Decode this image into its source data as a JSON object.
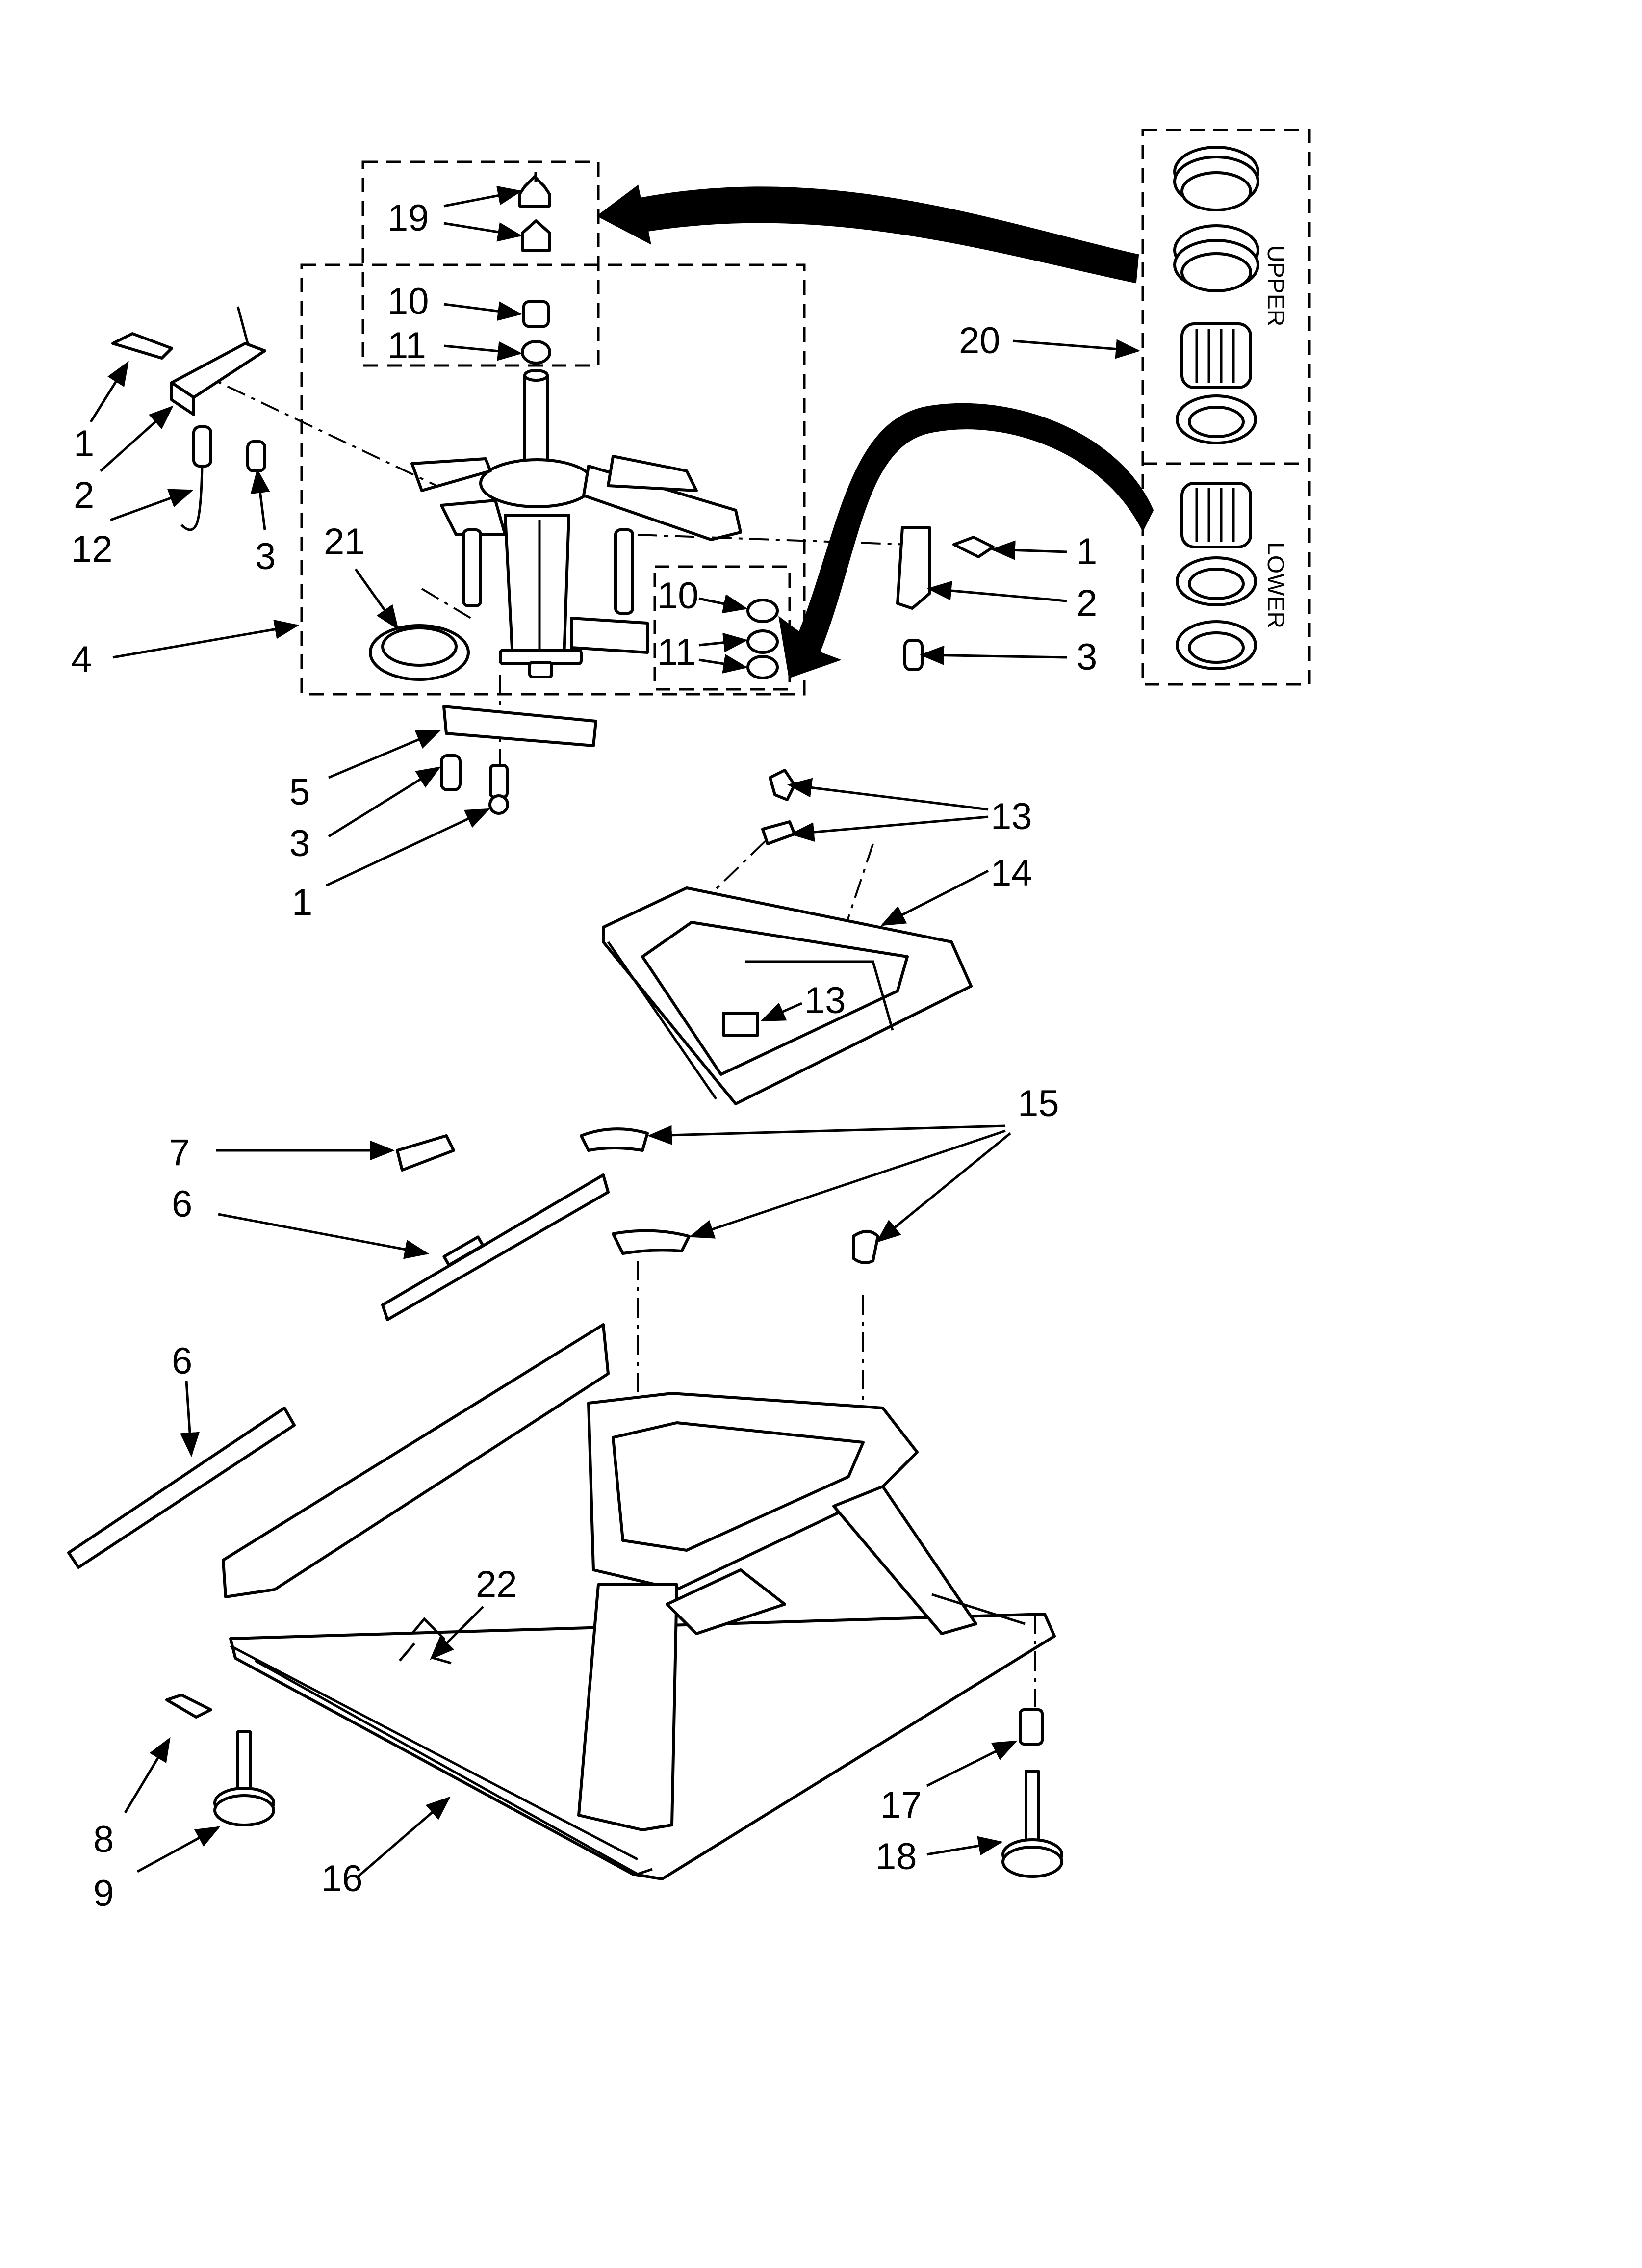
{
  "callouts": {
    "c1a": "1",
    "c2a": "2",
    "c12": "12",
    "c3a": "3",
    "c21": "21",
    "c4": "4",
    "c19": "19",
    "c10a": "10",
    "c11a": "11",
    "c20": "20",
    "c1b": "1",
    "c2b": "2",
    "c3b": "3",
    "c10b": "10",
    "c11b": "11",
    "c5": "5",
    "c3c": "3",
    "c1c": "1",
    "c13a": "13",
    "c14": "14",
    "c13b": "13",
    "c7": "7",
    "c6a": "6",
    "c15": "15",
    "c6b": "6",
    "c22": "22",
    "c8": "8",
    "c9": "9",
    "c16": "16",
    "c17": "17",
    "c18": "18"
  },
  "kit_labels": {
    "upper": "UPPER",
    "lower": "LOWER"
  },
  "icons": [
    "bolt-icon",
    "spring-icon",
    "bracket-icon",
    "seal-ring-icon",
    "gear-bushing-icon",
    "arrow-icon"
  ]
}
